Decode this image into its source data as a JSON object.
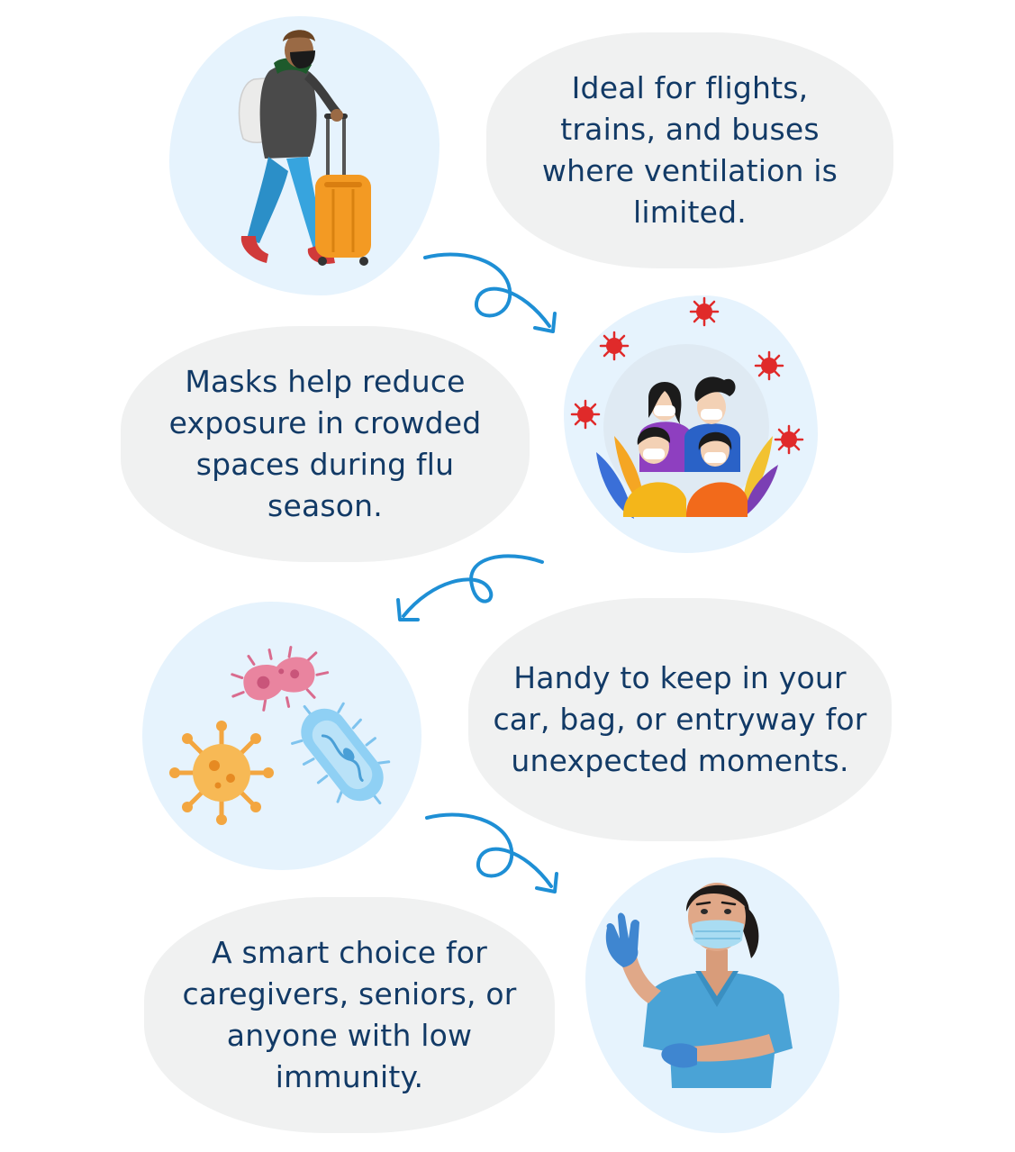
{
  "cards": [
    {
      "id": "travel",
      "text": "Ideal for flights, trains, and buses where ventilation is limited.",
      "icon": "traveler-with-suitcase-icon"
    },
    {
      "id": "crowd",
      "text": "Masks help reduce exposure in crowded spaces during flu season.",
      "icon": "masked-crowd-with-viruses-icon"
    },
    {
      "id": "handy",
      "text": "Handy to keep in your car, bag, or entryway for unexpected moments.",
      "icon": "germs-icon"
    },
    {
      "id": "care",
      "text": "A smart choice for caregivers, seniors, or anyone with low immunity.",
      "icon": "masked-nurse-icon"
    }
  ],
  "colors": {
    "text": "#123a66",
    "bubble": "#f0f1f1",
    "blob": "#e6f3fd",
    "arrow": "#1e8fd5",
    "virus": "#e02a2a"
  }
}
